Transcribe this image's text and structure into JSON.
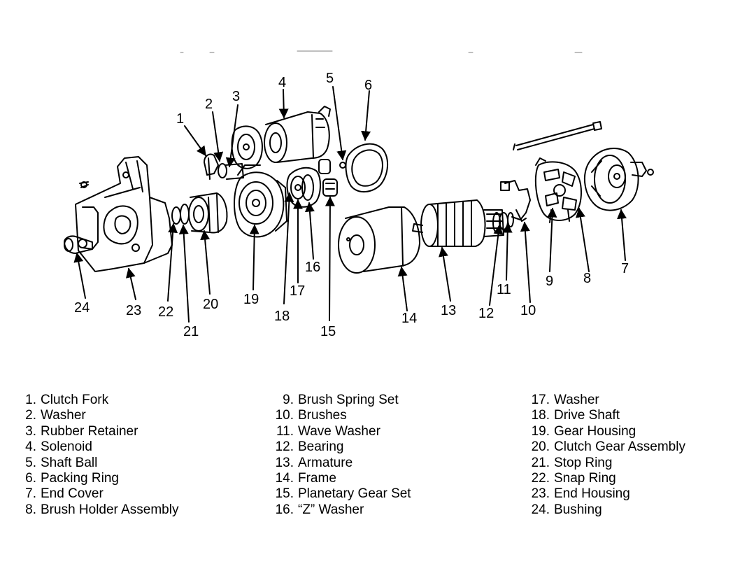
{
  "callouts": [
    "1",
    "2",
    "3",
    "4",
    "5",
    "6",
    "7",
    "8",
    "9",
    "10",
    "11",
    "12",
    "13",
    "14",
    "15",
    "16",
    "17",
    "18",
    "19",
    "20",
    "21",
    "22",
    "23",
    "24"
  ],
  "legend": {
    "columns": [
      [
        {
          "num": "1.",
          "label": "Clutch Fork"
        },
        {
          "num": "2.",
          "label": "Washer"
        },
        {
          "num": "3.",
          "label": "Rubber Retainer"
        },
        {
          "num": "4.",
          "label": "Solenoid"
        },
        {
          "num": "5.",
          "label": "Shaft Ball"
        },
        {
          "num": "6.",
          "label": "Packing Ring"
        },
        {
          "num": "7.",
          "label": "End Cover"
        },
        {
          "num": "8.",
          "label": "Brush Holder Assembly"
        }
      ],
      [
        {
          "num": "9.",
          "label": "Brush Spring Set"
        },
        {
          "num": "10.",
          "label": "Brushes"
        },
        {
          "num": "11.",
          "label": "Wave Washer"
        },
        {
          "num": "12.",
          "label": "Bearing"
        },
        {
          "num": "13.",
          "label": "Armature"
        },
        {
          "num": "14.",
          "label": "Frame"
        },
        {
          "num": "15.",
          "label": "Planetary Gear Set"
        },
        {
          "num": "16.",
          "label": "“Z” Washer"
        }
      ],
      [
        {
          "num": "17.",
          "label": "Washer"
        },
        {
          "num": "18.",
          "label": "Drive Shaft"
        },
        {
          "num": "19.",
          "label": "Gear Housing"
        },
        {
          "num": "20.",
          "label": "Clutch Gear Assembly"
        },
        {
          "num": "21.",
          "label": "Stop Ring"
        },
        {
          "num": "22.",
          "label": "Snap Ring"
        },
        {
          "num": "23.",
          "label": "End Housing"
        },
        {
          "num": "24.",
          "label": "Bushing"
        }
      ]
    ]
  }
}
